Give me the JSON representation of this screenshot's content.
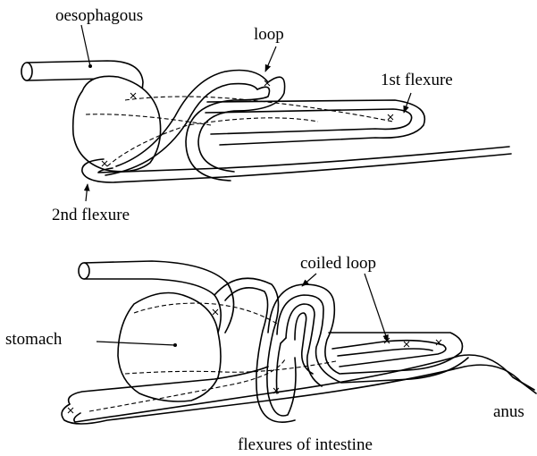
{
  "top_figure": {
    "labels": {
      "oesophagous": "oesophagous",
      "loop": "loop",
      "first_flexure": "1st flexure",
      "second_flexure": "2nd  flexure"
    }
  },
  "bottom_figure": {
    "labels": {
      "coiled_loop": "coiled loop",
      "stomach": "stomach",
      "anus": "anus",
      "caption": "flexures   of   intestine"
    }
  },
  "colors": {
    "stroke": "#000000",
    "background": "#ffffff"
  }
}
